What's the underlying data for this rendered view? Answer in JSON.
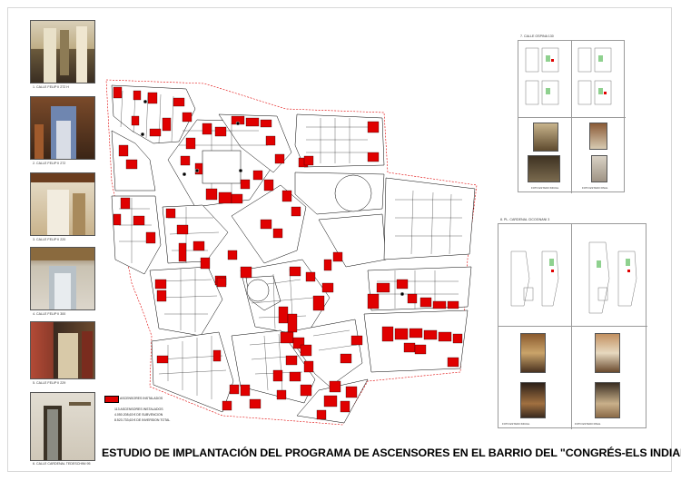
{
  "title": "ESTUDIO DE IMPLANTACIÓN DEL PROGRAMA DE ASCENSORES EN EL BARRIO DEL \"CONGRÉS-ELS INDIANS\"",
  "colors": {
    "installed": "#e00000",
    "block_outline": "#000000",
    "boundary": "#e00000"
  },
  "photos": [
    {
      "caption": "1. CALLE FELIP II 272 H"
    },
    {
      "caption": "2. CALLE FELIP II 272"
    },
    {
      "caption": "3. CALLE FELIP II 220"
    },
    {
      "caption": "4. CALLE FELIP II 300"
    },
    {
      "caption": "5. CALLE FELIP II 229"
    },
    {
      "caption": "6. CALLE CARDENAL TEDESCHINI 95"
    }
  ],
  "legend": {
    "label": "ASCENSORES INSTALADOS",
    "lines": [
      "113 ASCENSORES INSTALADOS",
      "4.050.208,63 € DE SUBVENCION",
      "8.523.733,63 € DE INVERSION TOTAL"
    ]
  },
  "sheets": [
    {
      "title": "7. CALLE OSPINA 130",
      "captions": [
        "FOTO ESTADO INICIAL",
        "FOTO ESTADO FINAL"
      ]
    },
    {
      "title": "8. PL. CARDENAL CICOGNANI 3",
      "captions": [
        "FOTO ESTADO INICIAL",
        "FOTO ESTADO FINAL"
      ]
    }
  ]
}
